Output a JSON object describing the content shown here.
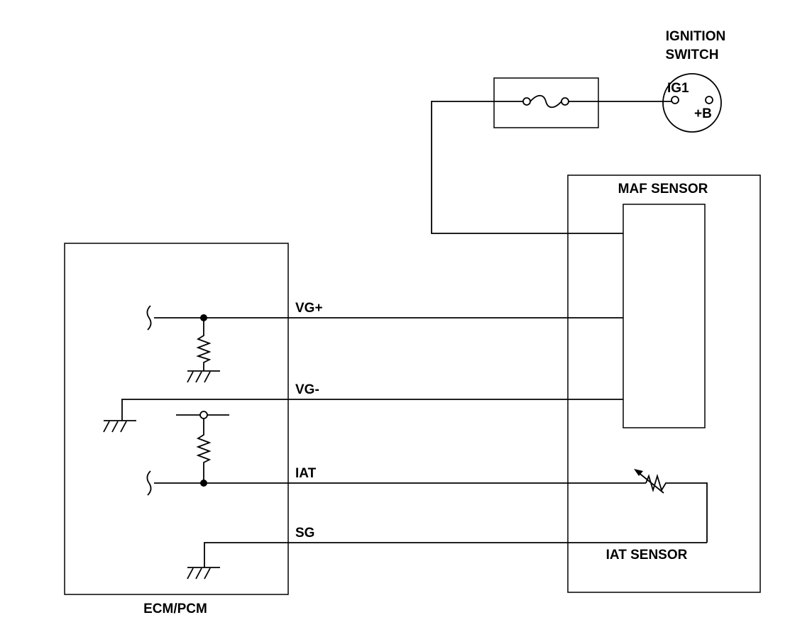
{
  "diagram": {
    "components": {
      "ignition_switch": {
        "title_line1": "IGNITION",
        "title_line2": "SWITCH",
        "terminal_ig1": "IG1",
        "terminal_b": "+B"
      },
      "maf_sensor": {
        "label": "MAF SENSOR"
      },
      "iat_sensor": {
        "label": "IAT SENSOR"
      },
      "ecm": {
        "label": "ECM/PCM"
      }
    },
    "signals": {
      "vg_plus": "VG+",
      "vg_minus": "VG-",
      "iat": "IAT",
      "sg": "SG"
    },
    "colors": {
      "ink": "#000000",
      "background": "#ffffff"
    }
  }
}
